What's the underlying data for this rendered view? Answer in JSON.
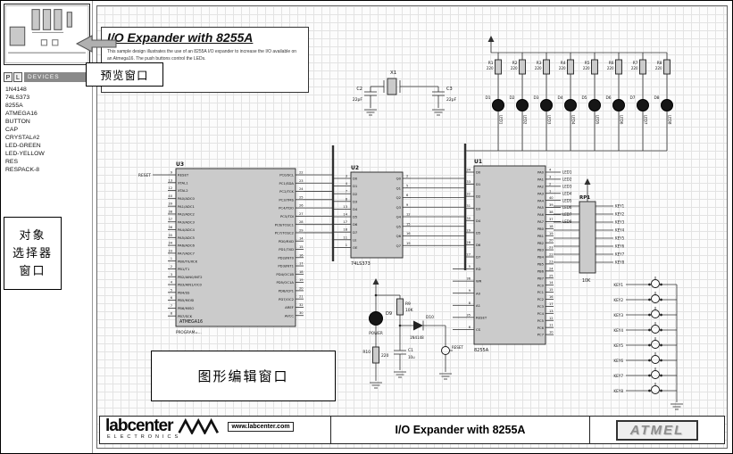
{
  "colors": {
    "ic_fill": "#cbcbcb",
    "wire": "#303030",
    "led_fill": "#161616"
  },
  "sidebar": {
    "p_label": "P",
    "l_label": "L",
    "devices_header": "DEVICES",
    "devices": [
      "1N4148",
      "74LS373",
      "8255A",
      "ATMEGA16",
      "BUTTON",
      "CAP",
      "CRYSTAL#2",
      "LED-GREEN",
      "LED-YELLOW",
      "RES",
      "RESPACK-8"
    ]
  },
  "callouts": {
    "preview": "预览窗口",
    "editor": "图形编辑窗口",
    "object_selector_lines": [
      "对象",
      "选择器",
      "窗口"
    ]
  },
  "footer": {
    "brand": "labcenter",
    "brand_sub": "ELECTRONICS",
    "website": "www.labcenter.com",
    "title": "I/O Expander with 8255A",
    "atmel": "ATMEL"
  },
  "schematic": {
    "note": {
      "title": "I/O Expander with 8255A",
      "body": "This sample design illustrates the use of an 8255A I/O expander to increase the I/O available on an Atmega16. The push buttons control the LEDs."
    },
    "power_net": "VCC",
    "reset_net": "RESET",
    "ics": [
      {
        "ref": "U3",
        "name": "ATMEGA16",
        "sub": "PROGRAM=...",
        "left": [
          [
            "9",
            "RESET"
          ],
          [
            "13",
            "XTAL1"
          ],
          [
            "12",
            "XTAL2"
          ],
          [
            "40",
            "PA0/ADC0"
          ],
          [
            "39",
            "PA1/ADC1"
          ],
          [
            "38",
            "PA2/ADC2"
          ],
          [
            "37",
            "PA3/ADC3"
          ],
          [
            "36",
            "PA4/ADC4"
          ],
          [
            "35",
            "PA5/ADC5"
          ],
          [
            "34",
            "PA6/ADC6"
          ],
          [
            "33",
            "PA7/ADC7"
          ],
          [
            "1",
            "PB0/T0/XCK"
          ],
          [
            "2",
            "PB1/T1"
          ],
          [
            "3",
            "PB2/AIN0/INT2"
          ],
          [
            "4",
            "PB3/AIN1/OC0"
          ],
          [
            "5",
            "PB4/SS"
          ],
          [
            "6",
            "PB5/MOSI"
          ],
          [
            "7",
            "PB6/MISO"
          ],
          [
            "8",
            "PB7/SCK"
          ]
        ],
        "right": [
          [
            "22",
            "PC0/SCL"
          ],
          [
            "23",
            "PC1/SDA"
          ],
          [
            "24",
            "PC2/TCK"
          ],
          [
            "25",
            "PC3/TMS"
          ],
          [
            "26",
            "PC4/TDO"
          ],
          [
            "27",
            "PC5/TDI"
          ],
          [
            "28",
            "PC6/TOSC1"
          ],
          [
            "29",
            "PC7/TOSC2"
          ],
          [
            "14",
            "PD0/RXD"
          ],
          [
            "15",
            "PD1/TXD"
          ],
          [
            "16",
            "PD2/INT0"
          ],
          [
            "17",
            "PD3/INT1"
          ],
          [
            "18",
            "PD4/OC1B"
          ],
          [
            "19",
            "PD5/OC1A"
          ],
          [
            "20",
            "PD6/ICP1"
          ],
          [
            "21",
            "PD7/OC2"
          ],
          [
            "32",
            "AREF"
          ],
          [
            "30",
            "AVCC"
          ]
        ]
      },
      {
        "ref": "U2",
        "name": "74LS373",
        "left": [
          [
            "3",
            "D0"
          ],
          [
            "4",
            "D1"
          ],
          [
            "7",
            "D2"
          ],
          [
            "8",
            "D3"
          ],
          [
            "13",
            "D4"
          ],
          [
            "14",
            "D5"
          ],
          [
            "17",
            "D6"
          ],
          [
            "18",
            "D7"
          ],
          [
            "11",
            "LE"
          ],
          [
            "1",
            "OE"
          ]
        ],
        "right": [
          [
            "2",
            "Q0"
          ],
          [
            "5",
            "Q1"
          ],
          [
            "6",
            "Q2"
          ],
          [
            "9",
            "Q3"
          ],
          [
            "12",
            "Q4"
          ],
          [
            "15",
            "Q5"
          ],
          [
            "16",
            "Q6"
          ],
          [
            "19",
            "Q7"
          ]
        ]
      },
      {
        "ref": "U1",
        "name": "8255A",
        "left": [
          [
            "34",
            "D0"
          ],
          [
            "33",
            "D1"
          ],
          [
            "32",
            "D2"
          ],
          [
            "31",
            "D3"
          ],
          [
            "30",
            "D4"
          ],
          [
            "29",
            "D5"
          ],
          [
            "28",
            "D6"
          ],
          [
            "27",
            "D7"
          ],
          [
            "5",
            "RD"
          ],
          [
            "36",
            "WR"
          ],
          [
            "9",
            "A0"
          ],
          [
            "8",
            "A1"
          ],
          [
            "35",
            "RESET"
          ],
          [
            "6",
            "CS"
          ]
        ],
        "right": [
          [
            "4",
            "PA0"
          ],
          [
            "3",
            "PA1"
          ],
          [
            "2",
            "PA2"
          ],
          [
            "1",
            "PA3"
          ],
          [
            "40",
            "PA4"
          ],
          [
            "39",
            "PA5"
          ],
          [
            "38",
            "PA6"
          ],
          [
            "37",
            "PA7"
          ],
          [
            "18",
            "PB0"
          ],
          [
            "19",
            "PB1"
          ],
          [
            "20",
            "PB2"
          ],
          [
            "21",
            "PB3"
          ],
          [
            "22",
            "PB4"
          ],
          [
            "23",
            "PB5"
          ],
          [
            "24",
            "PB6"
          ],
          [
            "25",
            "PB7"
          ],
          [
            "14",
            "PC0"
          ],
          [
            "15",
            "PC1"
          ],
          [
            "16",
            "PC2"
          ],
          [
            "17",
            "PC3"
          ],
          [
            "13",
            "PC4"
          ],
          [
            "12",
            "PC5"
          ],
          [
            "11",
            "PC6"
          ],
          [
            "10",
            "PC7"
          ]
        ]
      }
    ],
    "led_resistors": {
      "refs": [
        "R1",
        "R2",
        "R3",
        "R4",
        "R5",
        "R6",
        "R7",
        "R8"
      ],
      "value": "220"
    },
    "leds": {
      "refs": [
        "D1",
        "D2",
        "D3",
        "D4",
        "D5",
        "D6",
        "D7",
        "D8"
      ],
      "nets": [
        "LED1",
        "LED2",
        "LED3",
        "LED4",
        "LED5",
        "LED6",
        "LED7",
        "LED8"
      ]
    },
    "respack": {
      "ref": "RP1",
      "value": "10K"
    },
    "key_nets": [
      "KEY1",
      "KEY2",
      "KEY3",
      "KEY4",
      "KEY5",
      "KEY6",
      "KEY7",
      "KEY8"
    ],
    "crystal": {
      "ref": "X1",
      "caps": [
        {
          "ref": "C2",
          "value": "22pF"
        },
        {
          "ref": "C3",
          "value": "22pF"
        }
      ]
    },
    "reset_circuit": {
      "led": {
        "ref": "D9",
        "label": "POWER"
      },
      "r_top": {
        "ref": "R9",
        "value": "10K"
      },
      "diode": {
        "ref": "D10",
        "value": "1N4148"
      },
      "r_pull": {
        "ref": "R10",
        "value": "220"
      },
      "cap": {
        "ref": "C1",
        "value": "10u"
      }
    }
  }
}
